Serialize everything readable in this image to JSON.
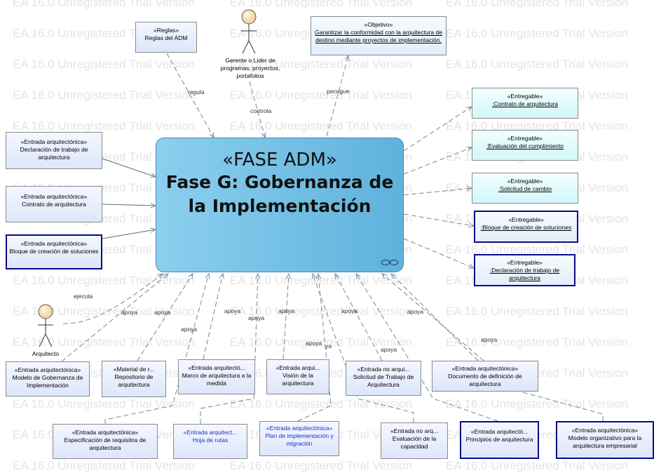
{
  "watermark": "EA 16.0 Unregistered Trial Version",
  "phase": {
    "stereotype": "«FASE ADM»",
    "name": "Fase G: Gobernanza de la Implementación"
  },
  "top": {
    "reglas": {
      "stereotype": "«Reglas»",
      "name": "Reglas del ADM"
    },
    "objetivo": {
      "stereotype": "«Objetivo»",
      "name": "Garantizar la conformidad con la arquitectura de destino mediante proyectos de implementación."
    },
    "gerente": {
      "name": "Gerente o Líder de programas, proyectos, portafolios"
    }
  },
  "left_inputs": [
    {
      "stereotype": "«Entrada arquitectónica»",
      "name": "Declaración de trabajo de arquitectura"
    },
    {
      "stereotype": "«Entrada arquitectónica»",
      "name": "Contrato de arquitectura"
    },
    {
      "stereotype": "«Entrada arquitectónica»",
      "name": "Bloque de creación de soluciones"
    }
  ],
  "deliverables": [
    {
      "stereotype": "«Entregable»",
      "name": ":Contrato de arquitectura"
    },
    {
      "stereotype": "«Entregable»",
      "name": ":Evaluación del cumplimiento"
    },
    {
      "stereotype": "«Entregable»",
      "name": ":Solicitud de cambio"
    },
    {
      "stereotype": "«Entregable»",
      "name": ":Bloque de creación de soluciones"
    },
    {
      "stereotype": "«Entregable»",
      "name": ":Declaración de trabajo de arquitectura"
    }
  ],
  "arquitecto": {
    "name": "Arquitecto"
  },
  "bottom_row1": [
    {
      "stereotype": "«Entrada arquitectónica»",
      "name": "Modelo de Gobernanza de Implementación"
    },
    {
      "stereotype": "«Material de r...",
      "name": "Repositorio de arquitectura"
    },
    {
      "stereotype": "«Entrada arquitectó...",
      "name": "Marco de arquitectura a la medida"
    },
    {
      "stereotype": "«Entrada arqui...",
      "name": "Visión de la arquitectura"
    },
    {
      "stereotype": "«Entrada no arqui...",
      "name": "Solicitud de Trabajo de Arquitectura"
    },
    {
      "stereotype": "«Entrada arquitectónica»",
      "name": "Documento de definición de arquitectura"
    }
  ],
  "bottom_row2": [
    {
      "stereotype": "«Entrada arquitectónica»",
      "name": "Especificación de requisitos de arquitectura"
    },
    {
      "stereotype": "«Entrada arquitect...",
      "name": "Hoja de rutas"
    },
    {
      "stereotype": "«Entrada arquitectónica»",
      "name": "Plan de implementación y migración"
    },
    {
      "stereotype": "«Entrada no arq...",
      "name": "Evaluación de la capacidad"
    },
    {
      "stereotype": "«Entrada arquitectó...",
      "name": "Principios de arquitectura"
    },
    {
      "stereotype": "«Entrada arquitectónica»",
      "name": "Modelo organizativo para la arquitectura empresarial"
    }
  ],
  "edge_labels": {
    "regula": "regula",
    "controla": "controla",
    "persigue": "persigue",
    "ejecuta": "ejecuta",
    "apoya": "apoya",
    "apoya_clipped": "ya"
  }
}
